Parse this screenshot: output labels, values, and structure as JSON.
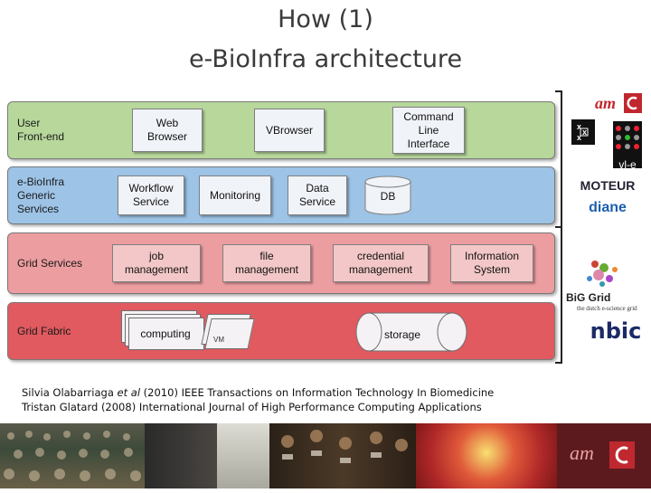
{
  "title": {
    "line1": "How (1)",
    "line2": "e-BioInfra architecture"
  },
  "layers": [
    {
      "label": "User\nFront-end",
      "color": "#b7d79b",
      "boxes": [
        "Web\nBrowser",
        "VBrowser",
        "Command\nLine\nInterface"
      ]
    },
    {
      "label": "e-BioInfra\nGeneric\nServices",
      "color": "#9dc3e6",
      "boxes": [
        "Workflow\nService",
        "Monitoring",
        "Data\nService",
        "DB"
      ]
    },
    {
      "label": "Grid Services",
      "color": "#ec9da0",
      "boxes": [
        "job\nmanagement",
        "file\nmanagement",
        "credential\nmanagement",
        "Information\nSystem"
      ]
    },
    {
      "label": "Grid Fabric",
      "color": "#e05a60",
      "boxes": [
        "computing",
        "VM",
        "storage"
      ]
    }
  ],
  "logos": {
    "amc_top": "amc",
    "vle": "vl-e",
    "moteur": "MOTEUR",
    "diane": "diane",
    "biggrid": "BiG Grid",
    "biggrid_sub": "the dutch e-science grid",
    "nbic": "nbic",
    "amc_bottom": "amc"
  },
  "citation": {
    "line1_author": "Silvia Olabarriaga ",
    "line1_etal": "et al",
    "line1_rest": " (2010) IEEE Transactions on Information Technology In Biomedicine",
    "line2": "Tristan Glatard (2008) International Journal of High Performance Computing Applications"
  },
  "colors": {
    "accent": "#c0282f",
    "footer": "#5c1a1f"
  }
}
